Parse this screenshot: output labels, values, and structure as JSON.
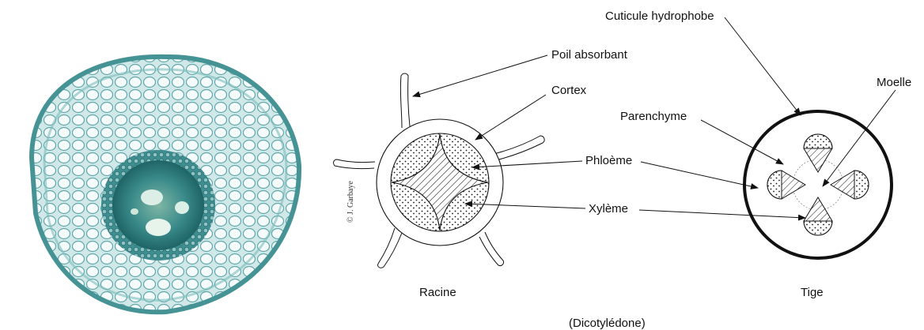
{
  "labels": {
    "cuticle": "Cuticule hydrophobe",
    "root_hair": "Poil absorbant",
    "cortex": "Cortex",
    "pith": "Moelle",
    "parenchyma": "Parenchyme",
    "phloem": "Phloème",
    "xylem": "Xylème",
    "root": "Racine",
    "stem": "Tige",
    "group": "(Dicotylédone)"
  },
  "credit": "© J. Garbaye",
  "colors": {
    "stroke": "#111111",
    "photo_tissue": "#a9d3d4",
    "photo_stele": "#2e7f82"
  }
}
